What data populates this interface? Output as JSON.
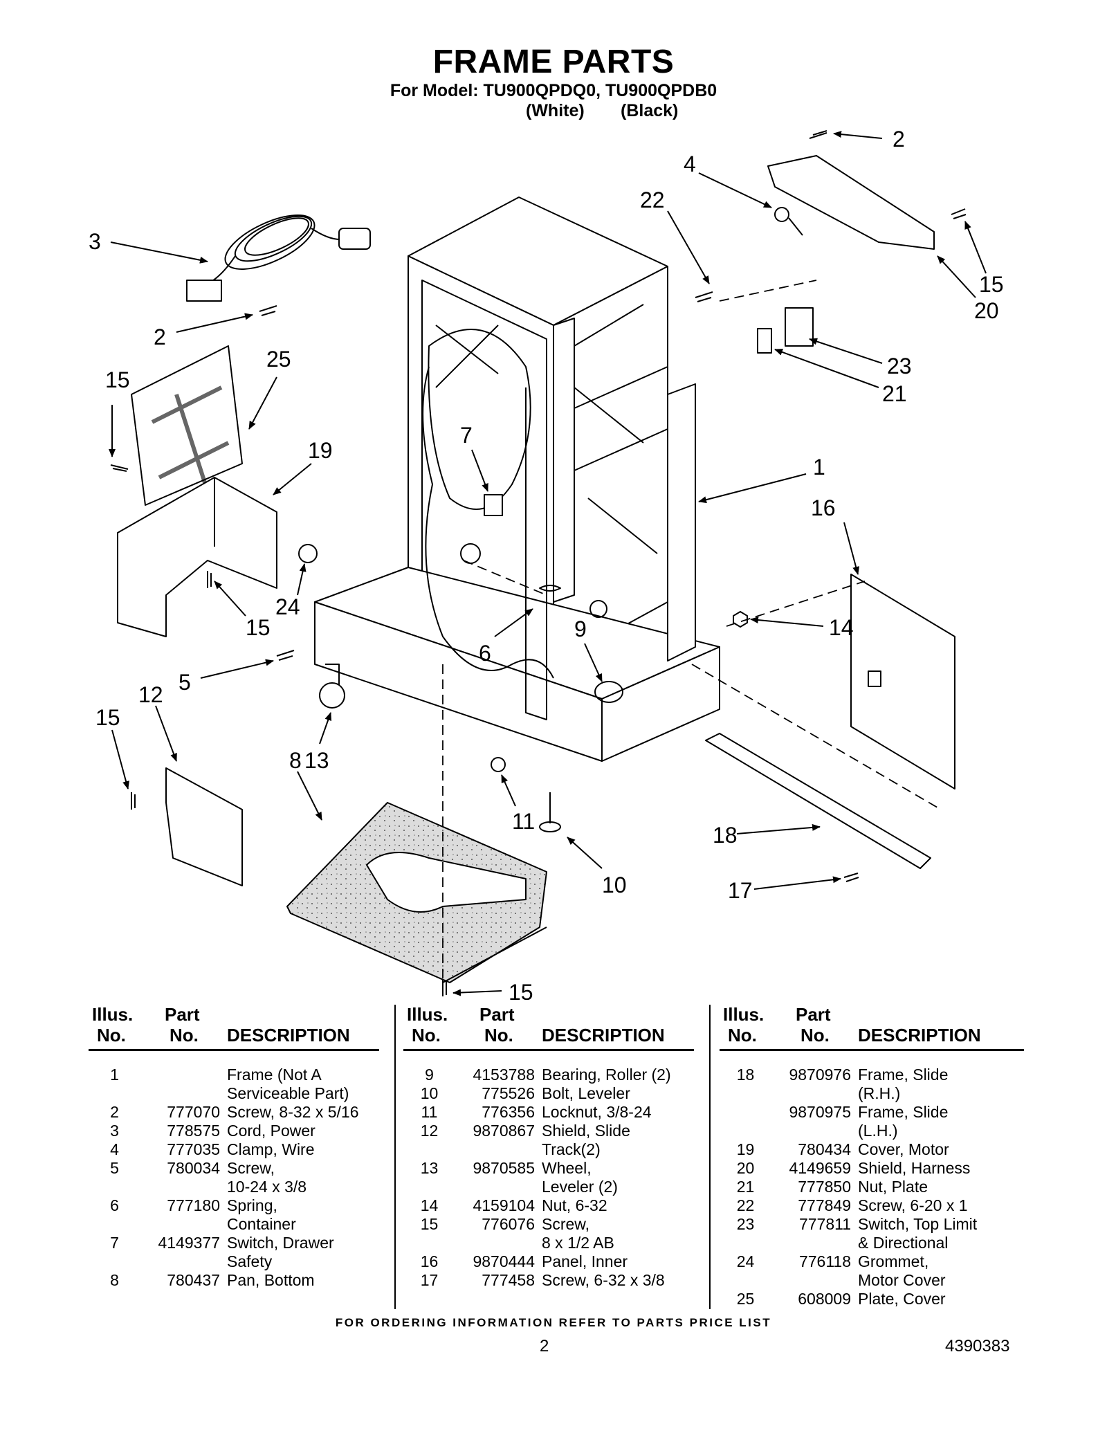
{
  "header": {
    "title": "FRAME PARTS",
    "model_line": "For Model: TU900QPDQ0, TU900QPDB0",
    "variant_white": "(White)",
    "variant_black": "(Black)"
  },
  "callouts": [
    "2",
    "4",
    "22",
    "3",
    "15",
    "20",
    "2",
    "25",
    "15",
    "23",
    "21",
    "19",
    "7",
    "1",
    "16",
    "24",
    "15",
    "14",
    "6",
    "9",
    "5",
    "12",
    "15",
    "13",
    "8",
    "11",
    "10",
    "18",
    "17",
    "15"
  ],
  "table": {
    "headers": {
      "illus_top": "Illus.",
      "illus_bottom": "No.",
      "part_top": "Part",
      "part_bottom": "No.",
      "description": "DESCRIPTION"
    },
    "columns": [
      [
        {
          "illus": "1",
          "part": "",
          "desc": [
            "Frame (Not A",
            "Serviceable Part)"
          ]
        },
        {
          "illus": "2",
          "part": "777070",
          "desc": [
            "Screw, 8-32 x 5/16"
          ]
        },
        {
          "illus": "3",
          "part": "778575",
          "desc": [
            "Cord, Power"
          ]
        },
        {
          "illus": "4",
          "part": "777035",
          "desc": [
            "Clamp, Wire"
          ]
        },
        {
          "illus": "5",
          "part": "780034",
          "desc": [
            "Screw,",
            "10-24 x 3/8"
          ]
        },
        {
          "illus": "6",
          "part": "777180",
          "desc": [
            "Spring,",
            "Container"
          ]
        },
        {
          "illus": "7",
          "part": "4149377",
          "desc": [
            "Switch, Drawer",
            "Safety"
          ]
        },
        {
          "illus": "8",
          "part": "780437",
          "desc": [
            "Pan, Bottom"
          ]
        }
      ],
      [
        {
          "illus": "9",
          "part": "4153788",
          "desc": [
            "Bearing, Roller (2)"
          ]
        },
        {
          "illus": "10",
          "part": "775526",
          "desc": [
            "Bolt, Leveler"
          ]
        },
        {
          "illus": "11",
          "part": "776356",
          "desc": [
            "Locknut, 3/8-24"
          ]
        },
        {
          "illus": "12",
          "part": "9870867",
          "desc": [
            "Shield, Slide",
            "Track(2)"
          ]
        },
        {
          "illus": "13",
          "part": "9870585",
          "desc": [
            "Wheel,",
            "Leveler (2)"
          ]
        },
        {
          "illus": "14",
          "part": "4159104",
          "desc": [
            "Nut, 6-32"
          ]
        },
        {
          "illus": "15",
          "part": "776076",
          "desc": [
            "Screw,",
            "8 x 1/2 AB"
          ]
        },
        {
          "illus": "16",
          "part": "9870444",
          "desc": [
            "Panel, Inner"
          ]
        },
        {
          "illus": "17",
          "part": "777458",
          "desc": [
            "Screw, 6-32 x 3/8"
          ]
        }
      ],
      [
        {
          "illus": "18",
          "part": "9870976",
          "desc": [
            "Frame, Slide",
            "(R.H.)"
          ]
        },
        {
          "illus": "",
          "part": "9870975",
          "desc": [
            "Frame, Slide",
            "(L.H.)"
          ]
        },
        {
          "illus": "19",
          "part": "780434",
          "desc": [
            "Cover, Motor"
          ]
        },
        {
          "illus": "20",
          "part": "4149659",
          "desc": [
            "Shield, Harness"
          ]
        },
        {
          "illus": "21",
          "part": "777850",
          "desc": [
            "Nut, Plate"
          ]
        },
        {
          "illus": "22",
          "part": "777849",
          "desc": [
            "Screw, 6-20 x 1"
          ]
        },
        {
          "illus": "23",
          "part": "777811",
          "desc": [
            "Switch, Top Limit",
            "& Directional"
          ]
        },
        {
          "illus": "24",
          "part": "776118",
          "desc": [
            "Grommet,",
            "Motor Cover"
          ]
        },
        {
          "illus": "25",
          "part": "608009",
          "desc": [
            "Plate, Cover"
          ]
        }
      ]
    ]
  },
  "footer": {
    "ordering_note": "FOR ORDERING INFORMATION REFER TO PARTS PRICE LIST",
    "page_number": "2",
    "document_number": "4390383"
  }
}
